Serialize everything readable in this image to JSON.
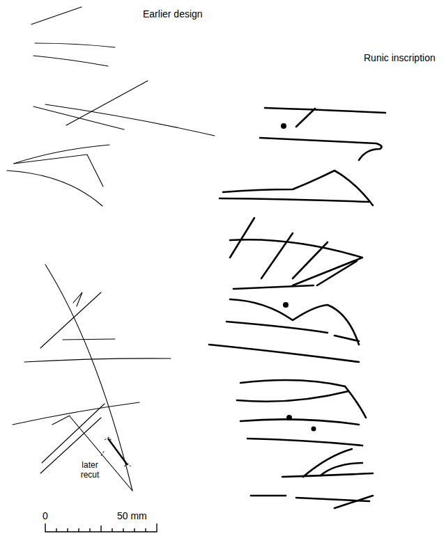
{
  "diagram": {
    "labels": [
      "Earlier design",
      "Runic inscription",
      "later recut",
      "0",
      "50 mm"
    ]
  }
}
